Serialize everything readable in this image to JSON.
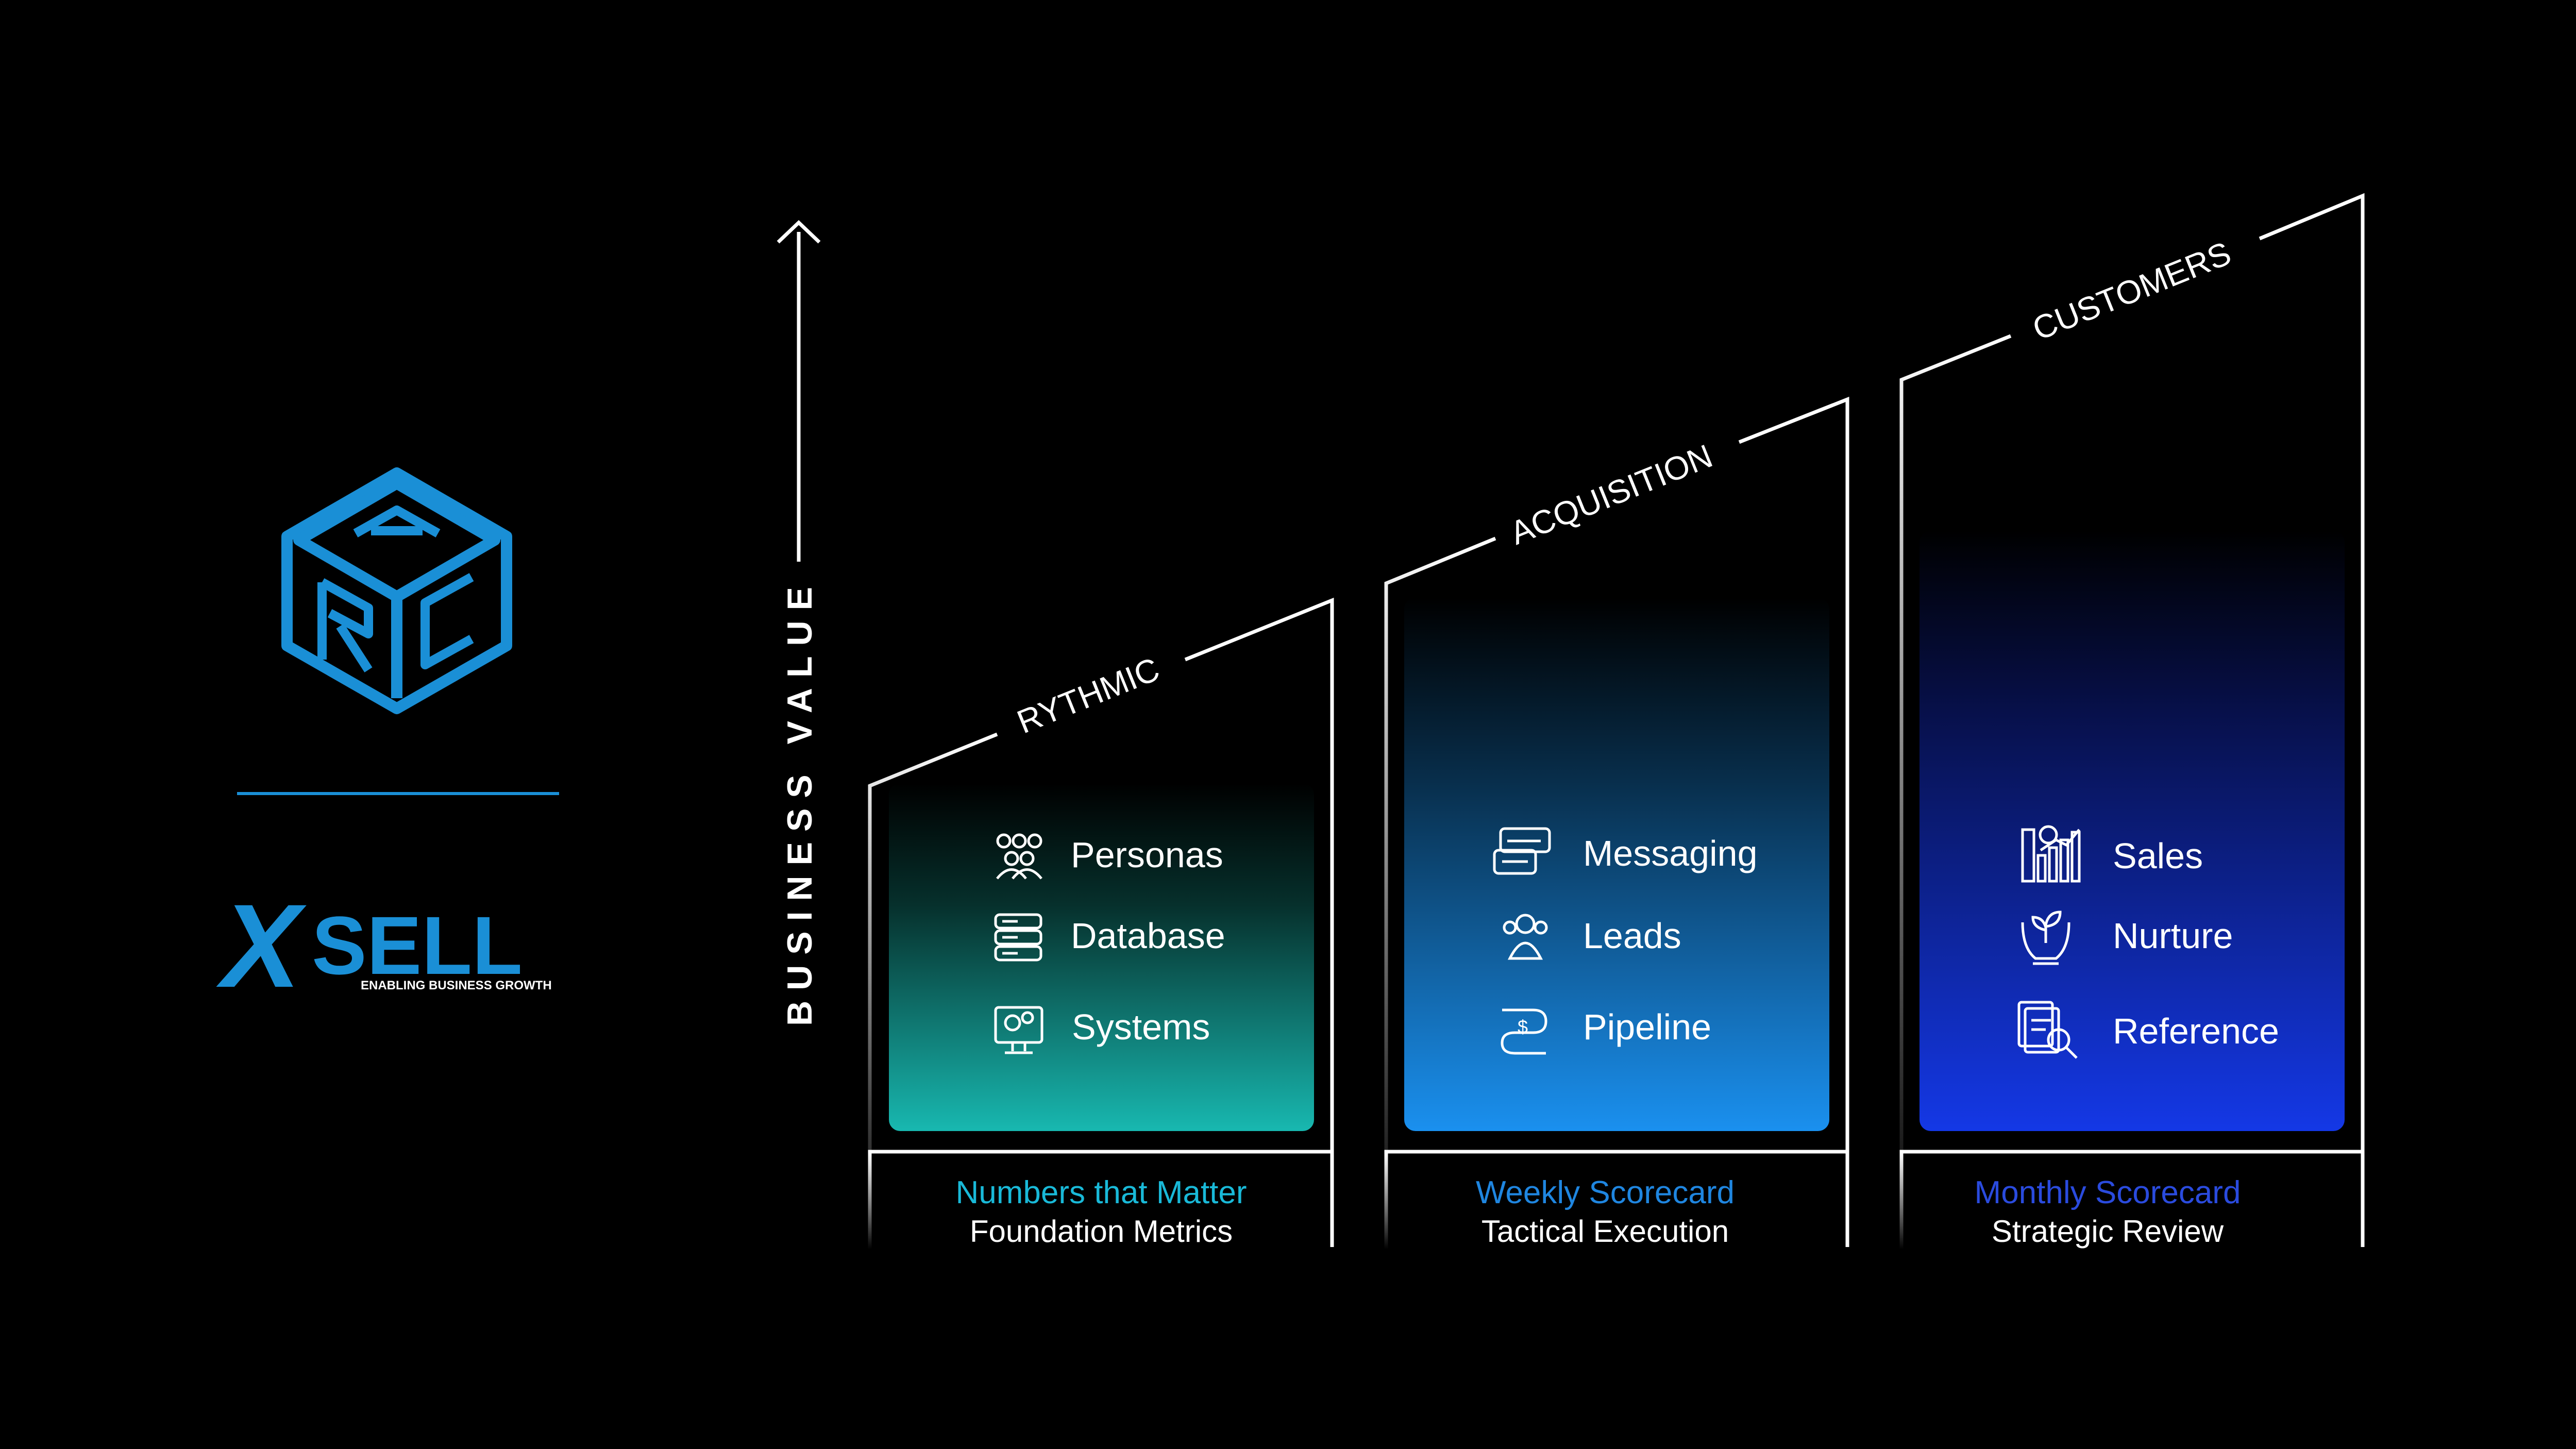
{
  "colors": {
    "background": "#000000",
    "line": "#ffffff",
    "brand_blue": "#1a8fd6",
    "teal": "#18b8b0",
    "blue": "#1a90ef",
    "deep_blue": "#1438e6",
    "caption_teal": "#19b9d8",
    "caption_blue": "#1f86e0",
    "caption_deep": "#2a4bde"
  },
  "logos": {
    "arc_letters": [
      "A",
      "R",
      "C"
    ],
    "xsell_word": "XSELL",
    "xsell_x": "X",
    "xsell_rest": "SELL",
    "xsell_tagline": "ENABLING BUSINESS GROWTH"
  },
  "axis": {
    "label": "BUSINESS VALUE"
  },
  "stages": [
    {
      "roof_label": "RYTHMIC",
      "items": [
        {
          "icon": "personas-icon",
          "label": "Personas"
        },
        {
          "icon": "database-icon",
          "label": "Database"
        },
        {
          "icon": "systems-icon",
          "label": "Systems"
        }
      ],
      "caption_title": "Numbers that Matter",
      "caption_subtitle": "Foundation Metrics"
    },
    {
      "roof_label": "ACQUISITION",
      "items": [
        {
          "icon": "messaging-icon",
          "label": "Messaging"
        },
        {
          "icon": "leads-icon",
          "label": "Leads"
        },
        {
          "icon": "pipeline-icon",
          "label": "Pipeline"
        }
      ],
      "caption_title": "Weekly Scorecard",
      "caption_subtitle": "Tactical Execution"
    },
    {
      "roof_label": "CUSTOMERS",
      "items": [
        {
          "icon": "sales-chart-icon",
          "label": "Sales"
        },
        {
          "icon": "nurture-icon",
          "label": "Nurture"
        },
        {
          "icon": "reference-icon",
          "label": "Reference"
        }
      ],
      "caption_title": "Monthly Scorecard",
      "caption_subtitle": "Strategic Review"
    }
  ]
}
